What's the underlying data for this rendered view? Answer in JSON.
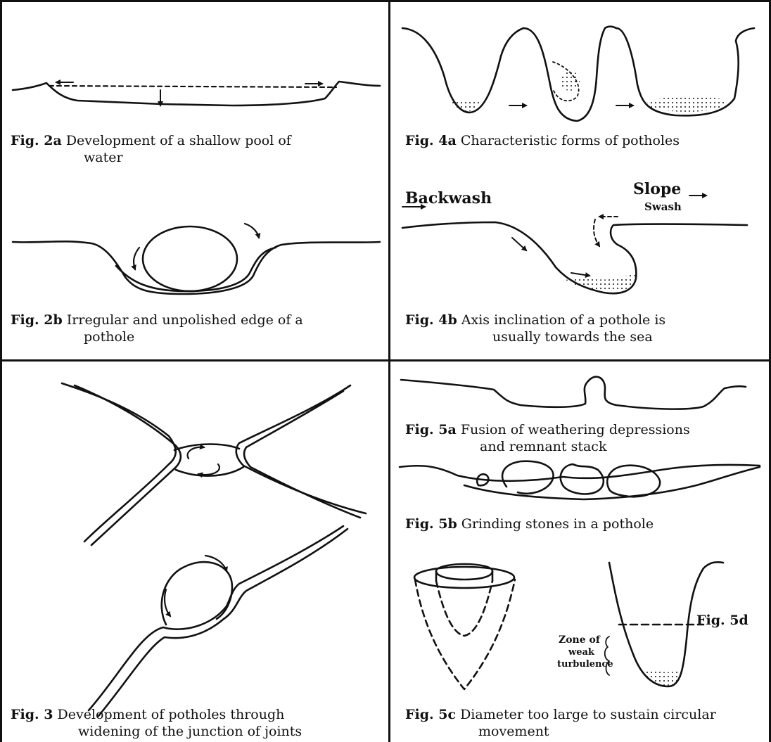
{
  "figures": {
    "fig2a": {
      "num": "Fig. 2a",
      "line1": "Development of a shallow pool of",
      "line2": "water"
    },
    "fig2b": {
      "num": "Fig. 2b",
      "line1": "Irregular and unpolished edge of a",
      "line2": "pothole"
    },
    "fig3": {
      "num": "Fig. 3",
      "line1": "Development of potholes through",
      "line2": "widening of the junction of joints"
    },
    "fig4a": {
      "num": "Fig. 4a",
      "line1": "Characteristic forms of potholes",
      "line2": ""
    },
    "fig4b": {
      "num": "Fig. 4b",
      "line1": "Axis inclination of a pothole is",
      "line2": "usually towards the sea"
    },
    "fig5a": {
      "num": "Fig. 5a",
      "line1": "Fusion of weathering depressions",
      "line2": "and remnant stack"
    },
    "fig5b": {
      "num": "Fig. 5b",
      "line1": "Grinding stones in a pothole",
      "line2": ""
    },
    "fig5c": {
      "num": "Fig. 5c",
      "line1": "Diameter too large to sustain circular",
      "line2": "movement"
    }
  },
  "labels": {
    "backwash": "Backwash",
    "slope": "Slope",
    "swash": "Swash",
    "fig5d": "Fig. 5d",
    "zone1": "Zone of",
    "zone2": "weak",
    "zone3": "turbulence"
  }
}
